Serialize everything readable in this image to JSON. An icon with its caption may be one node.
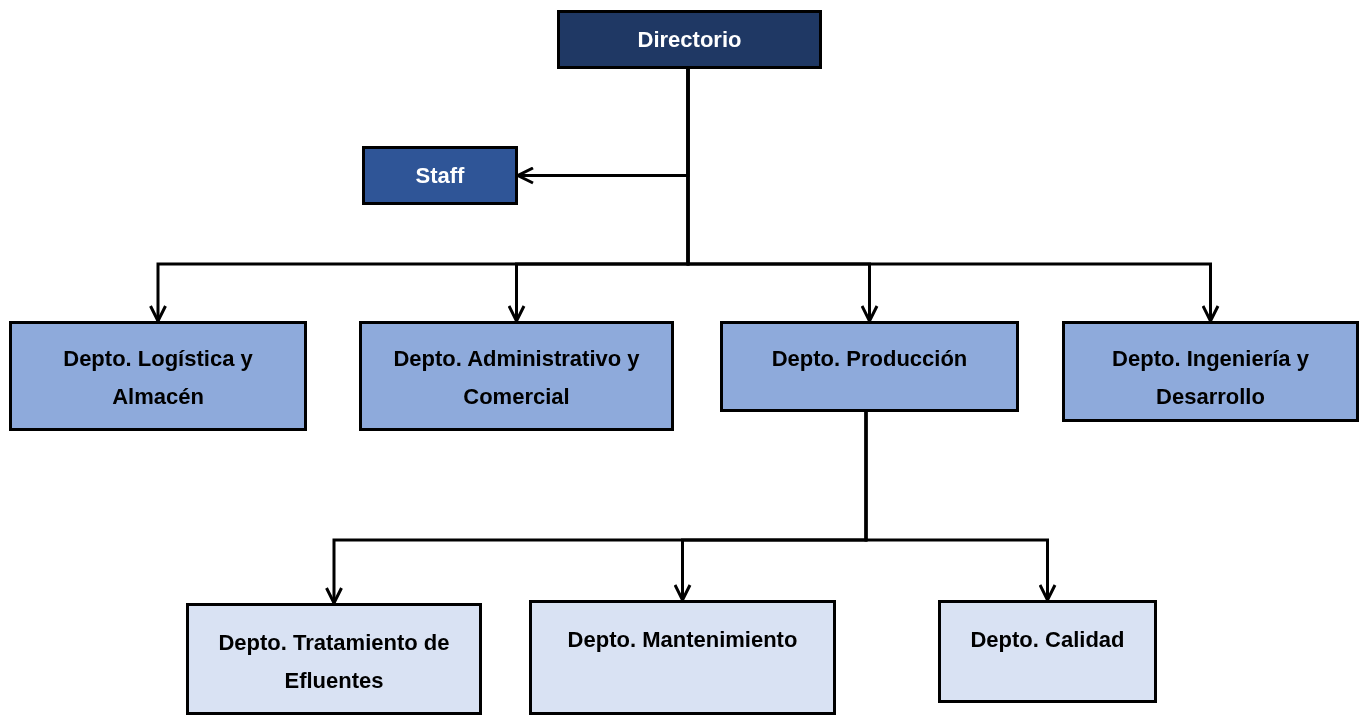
{
  "diagram": {
    "nodes": [
      {
        "text": [
          "Directorio"
        ]
      },
      {
        "text": [
          "Staff"
        ]
      },
      {
        "text": [
          "Depto. Logística y Almacén"
        ]
      },
      {
        "text": [
          "Depto. Administrativo y Comercial"
        ]
      },
      {
        "text": [
          "Depto. Producción"
        ]
      },
      {
        "text": [
          "Depto. Ingeniería y Desarrollo"
        ]
      },
      {
        "text": [
          "Depto. Tratamiento de Efluentes"
        ]
      },
      {
        "text": [
          "Depto. Mantenimiento"
        ]
      },
      {
        "text": [
          "Depto. Calidad"
        ]
      }
    ],
    "edges": [
      {
        "from": 0,
        "to": 1,
        "arrow": "to"
      },
      {
        "from": 0,
        "to": 2,
        "arrow": "to"
      },
      {
        "from": 0,
        "to": 3,
        "arrow": "to"
      },
      {
        "from": 0,
        "to": 4,
        "arrow": "to"
      },
      {
        "from": 0,
        "to": 5,
        "arrow": "to"
      },
      {
        "from": 4,
        "to": 6,
        "arrow": "to"
      },
      {
        "from": 4,
        "to": 7,
        "arrow": "to"
      },
      {
        "from": 4,
        "to": 8,
        "arrow": "to"
      }
    ]
  }
}
